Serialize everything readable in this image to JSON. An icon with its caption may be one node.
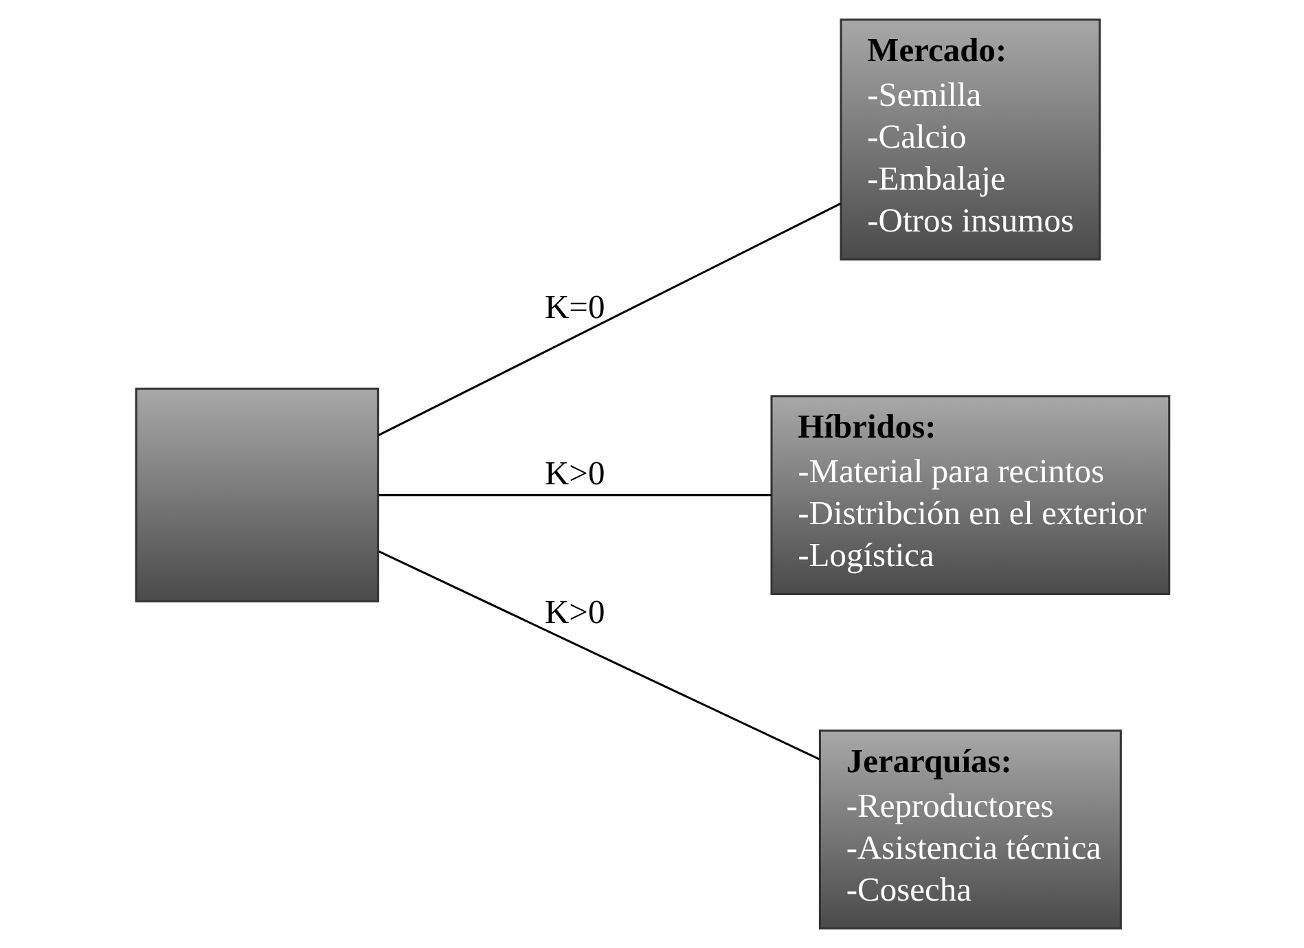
{
  "diagram": {
    "nodes": [
      {
        "text": [],
        "shape": "box"
      },
      {
        "text": [
          "Mercado:",
          "-Semilla",
          "-Calcio",
          "-Embalaje",
          "-Otros insumos"
        ]
      },
      {
        "text": [
          "Híbridos:",
          "-Material para recintos",
          "-Distribción en el exterior",
          "-Logística"
        ]
      },
      {
        "text": [
          "Jerarquías:",
          "-Reproductores",
          "-Asistencia técnica",
          "-Cosecha"
        ]
      }
    ],
    "edges": [
      {
        "from": 0,
        "to": 1,
        "arrow": "none",
        "label": "K=0"
      },
      {
        "from": 0,
        "to": 2,
        "arrow": "none",
        "label": "K>0"
      },
      {
        "from": 0,
        "to": 3,
        "arrow": "none",
        "label": "K>0"
      }
    ]
  }
}
